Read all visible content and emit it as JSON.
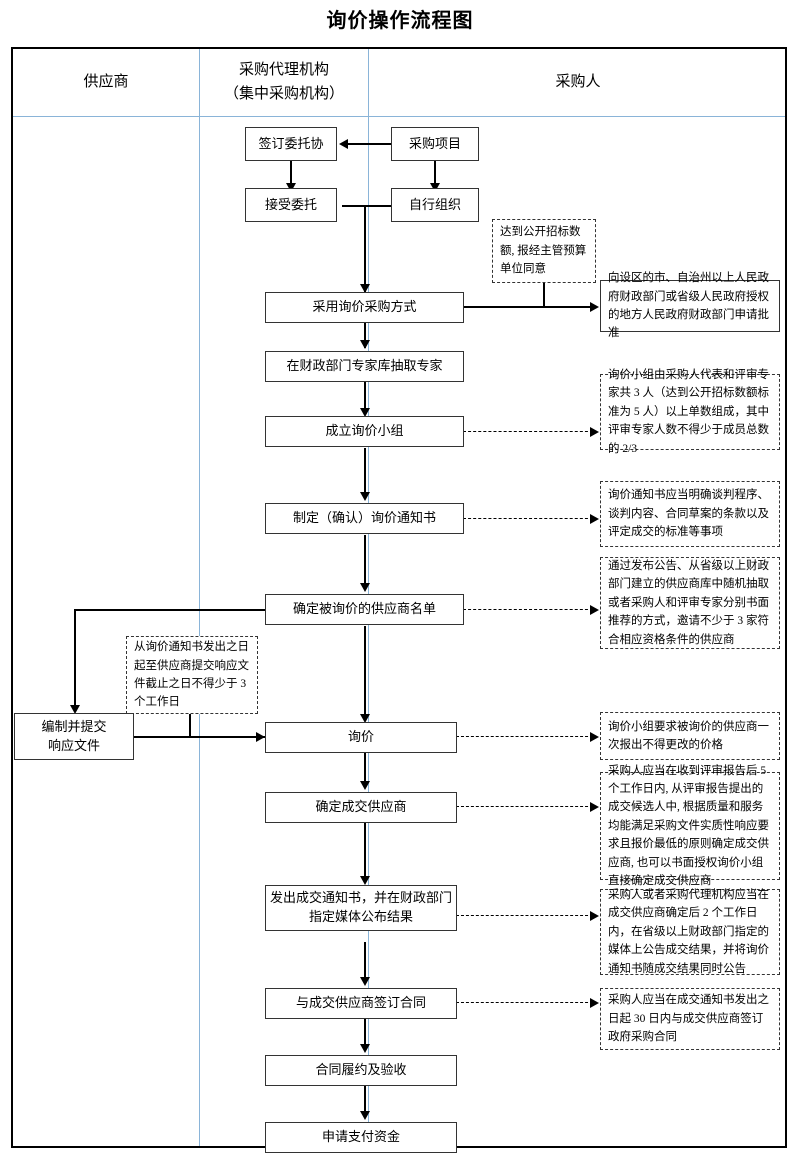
{
  "title": "询价操作流程图",
  "columns": [
    {
      "id": "supplier",
      "label": "供应商"
    },
    {
      "id": "agency",
      "label": "采购代理机构\n（集中采购机构）",
      "line1": "采购代理机构",
      "line2": "（集中采购机构）"
    },
    {
      "id": "buyer",
      "label": "采购人"
    }
  ],
  "nodes": {
    "sign_entrust": "签订委托协",
    "purchase_project": "采购项目",
    "accept_entrust": "接受委托",
    "self_organize": "自行组织",
    "use_inquiry_method": "采用询价采购方式",
    "draw_experts": "在财政部门专家库抽取专家",
    "form_inquiry_group": "成立询价小组",
    "make_inquiry_notice": "制定（确认）询价通知书",
    "determine_supplier_list": "确定被询价的供应商名单",
    "prepare_submit_response": "编制并提交\n响应文件",
    "prepare_submit_response_line1": "编制并提交",
    "prepare_submit_response_line2": "响应文件",
    "inquiry": "询价",
    "determine_winning_supplier": "确定成交供应商",
    "issue_notice_publish": "发出成交通知书，并在财政部门指定媒体公布结果",
    "sign_contract": "与成交供应商签订合同",
    "contract_performance": "合同履约及验收",
    "apply_payment": "申请支付资金"
  },
  "notes": {
    "open_tender_threshold": "达到公开招标数额, 报经主管预算单位同意",
    "approval_authority": "向设区的市、自治州以上人民政府财政部门或省级人民政府授权的地方人民政府财政部门申请批准",
    "inquiry_group_composition": "询价小组由采购人代表和评审专家共 3 人（达到公开招标数额标准为 5 人）以上单数组成，其中评审专家人数不得少于成员总数的 2/3",
    "inquiry_notice_contents": "询价通知书应当明确谈判程序、谈判内容、合同草案的条款以及评定成交的标准等事项",
    "supplier_selection_method": "通过发布公告、从省级以上财政部门建立的供应商库中随机抽取或者采购人和评审专家分别书面推荐的方式，邀请不少于 3 家符合相应资格条件的供应商",
    "response_deadline": "从询价通知书发出之日起至供应商提交响应文件截止之日不得少于 3 个工作日",
    "one_time_quote": "询价小组要求被询价的供应商一次报出不得更改的价格",
    "determine_winner_rule": "采购人应当在收到评审报告后 5 个工作日内, 从评审报告提出的成交候选人中, 根据质量和服务均能满足采购文件实质性响应要求且报价最低的原则确定成交供应商, 也可以书面授权询价小组直接确定成交供应商",
    "publish_result_rule": "采购人或者采购代理机构应当在成交供应商确定后 2 个工作日内，在省级以上财政部门指定的媒体上公告成交结果，并将询价通知书随成交结果同时公告",
    "contract_sign_rule": "采购人应当在成交通知书发出之日起 30 日内与成交供应商签订政府采购合同"
  },
  "colors": {
    "frame_border": "#000000",
    "column_divider": "#8ab4d8",
    "node_border": "#333333",
    "connector": "#000000",
    "background": "#ffffff"
  }
}
